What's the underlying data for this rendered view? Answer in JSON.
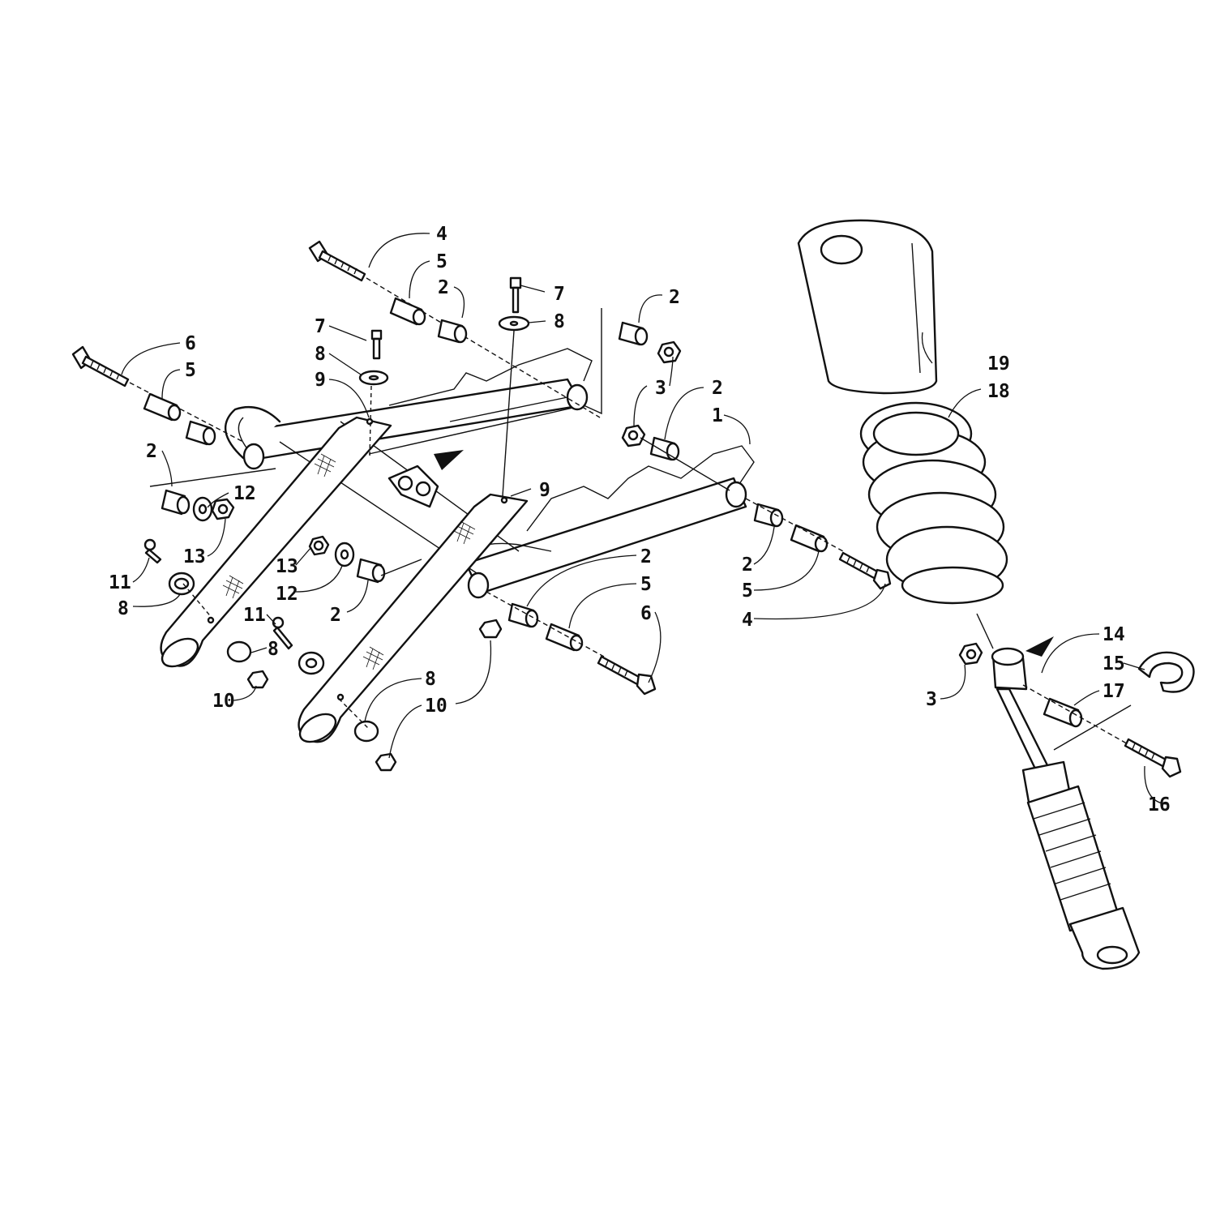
{
  "callouts": {
    "c01": "4",
    "c02": "5",
    "c03": "2",
    "c04": "7",
    "c05": "8",
    "c06": "2",
    "c07": "7",
    "c08": "8",
    "c09": "9",
    "c10": "6",
    "c11": "5",
    "c12": "3",
    "c13": "2",
    "c14": "1",
    "c15": "19",
    "c16": "18",
    "c17": "2",
    "c18": "12",
    "c19": "13",
    "c20": "9",
    "c21": "13",
    "c22": "12",
    "c23": "2",
    "c24": "11",
    "c25": "8",
    "c26": "11",
    "c27": "8",
    "c28": "10",
    "c29": "2",
    "c30": "5",
    "c31": "6",
    "c32": "2",
    "c33": "5",
    "c34": "4",
    "c35": "8",
    "c36": "10",
    "c37": "14",
    "c38": "15",
    "c39": "3",
    "c40": "17",
    "c41": "16"
  }
}
